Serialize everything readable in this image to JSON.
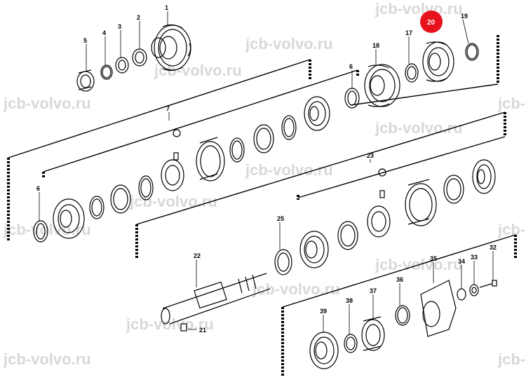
{
  "watermark": "jcb-volvo.ru",
  "highlight": {
    "label": "20",
    "color": "#e8121c"
  },
  "callouts": [
    "1",
    "2",
    "3",
    "4",
    "5",
    "6",
    "7",
    "17",
    "18",
    "19",
    "20",
    "22",
    "23",
    "25",
    "21",
    "32",
    "33",
    "34",
    "35",
    "36",
    "37",
    "38",
    "39"
  ]
}
